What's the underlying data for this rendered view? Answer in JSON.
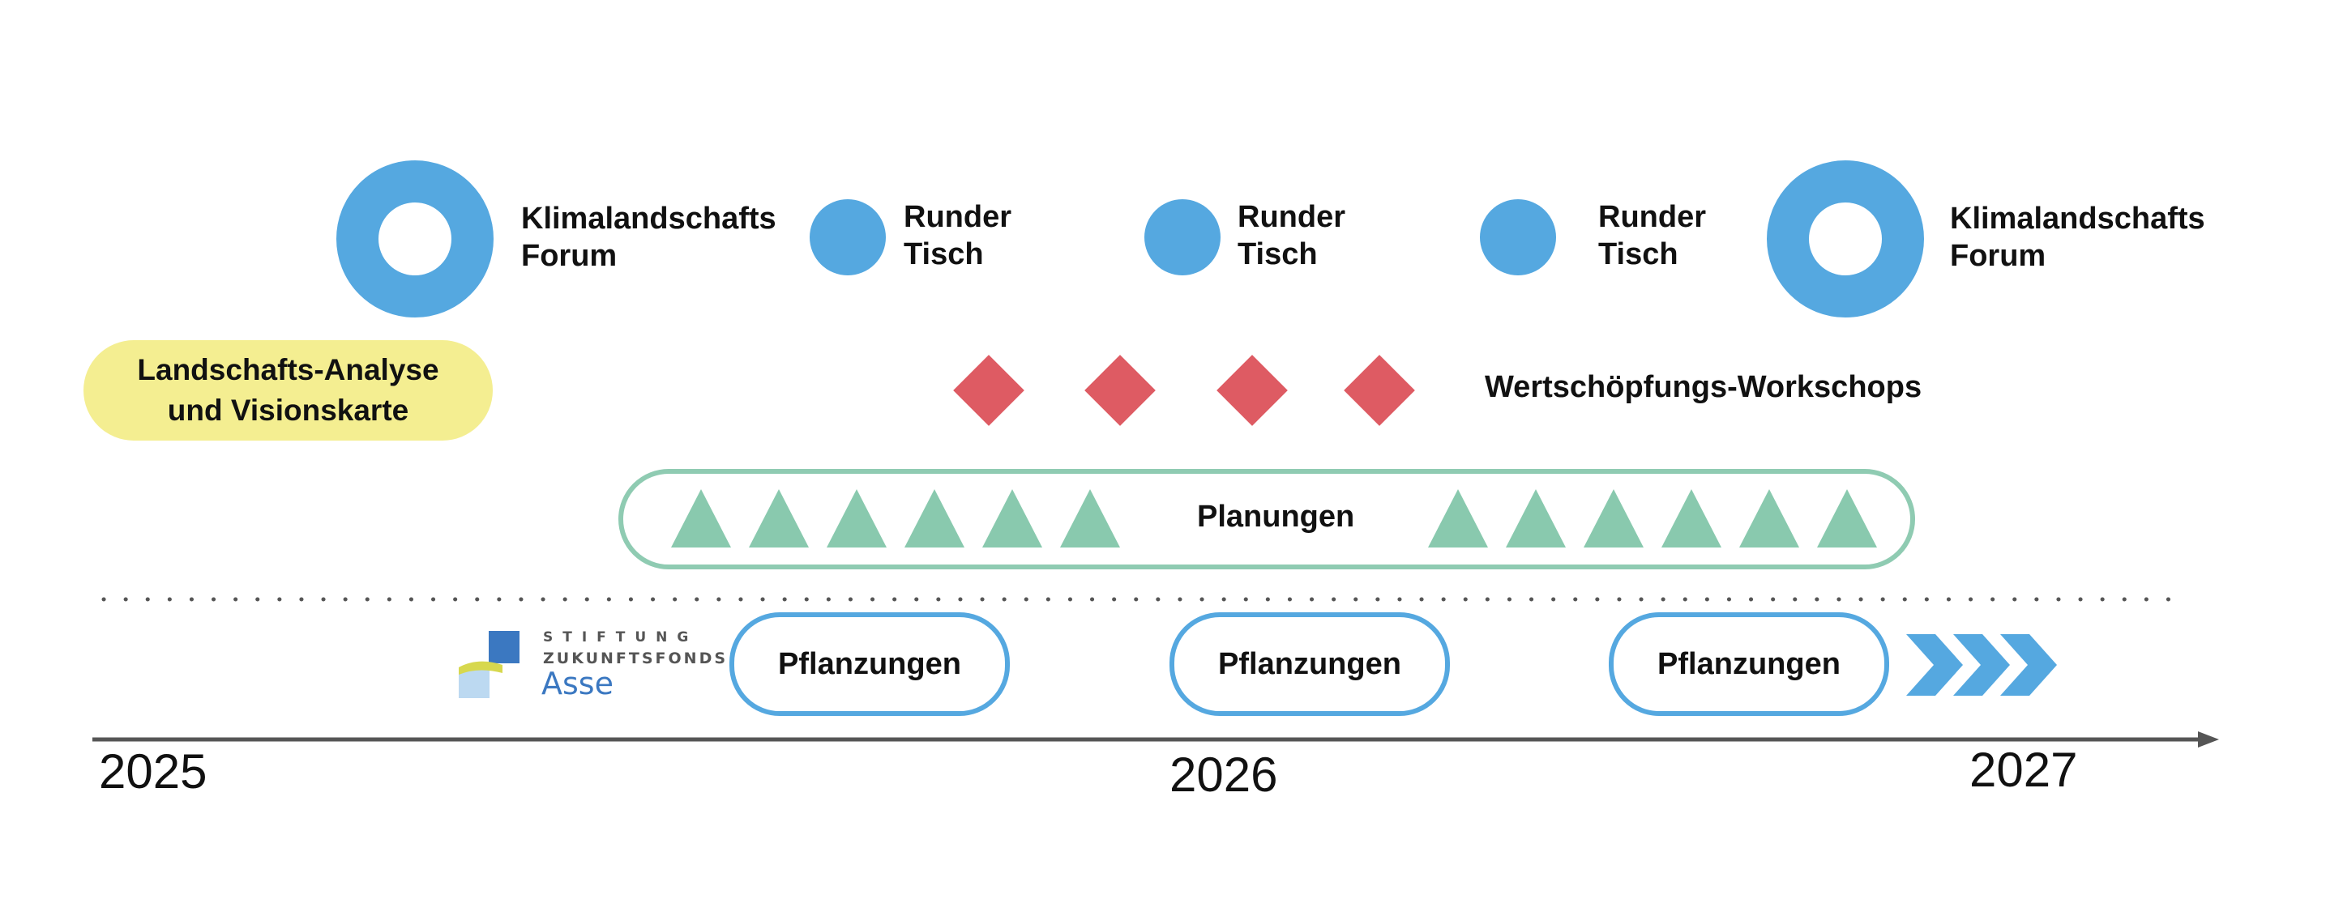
{
  "forum_left": {
    "line1": "Klimalandschafts",
    "line2": "Forum",
    "icon": "ring-icon"
  },
  "runder_tisch_1": {
    "line1": "Runder",
    "line2": "Tisch"
  },
  "runder_tisch_2": {
    "line1": "Runder",
    "line2": "Tisch"
  },
  "runder_tisch_3": {
    "line1": "Runder",
    "line2": "Tisch"
  },
  "forum_right": {
    "line1": "Klimalandschafts",
    "line2": "Forum",
    "icon": "ring-icon"
  },
  "analyse": {
    "line1": "Landschafts-Analyse",
    "line2": "und Visionskarte"
  },
  "workshops": {
    "label": "Wertschöpfungs-Workschops"
  },
  "planungen": {
    "label": "Planungen"
  },
  "logo": {
    "line1": "STIFTUNG",
    "line2": "ZUKUNFTSFONDS",
    "line3": "Asse"
  },
  "pflanzungen": [
    "Pflanzungen",
    "Pflanzungen",
    "Pflanzungen"
  ],
  "years": [
    "2025",
    "2026",
    "2027"
  ],
  "colors": {
    "blue": "#55a8e0",
    "red": "#de5b63",
    "green": "#89c9ae",
    "yellow": "#f4ee91",
    "axis": "#555555"
  }
}
